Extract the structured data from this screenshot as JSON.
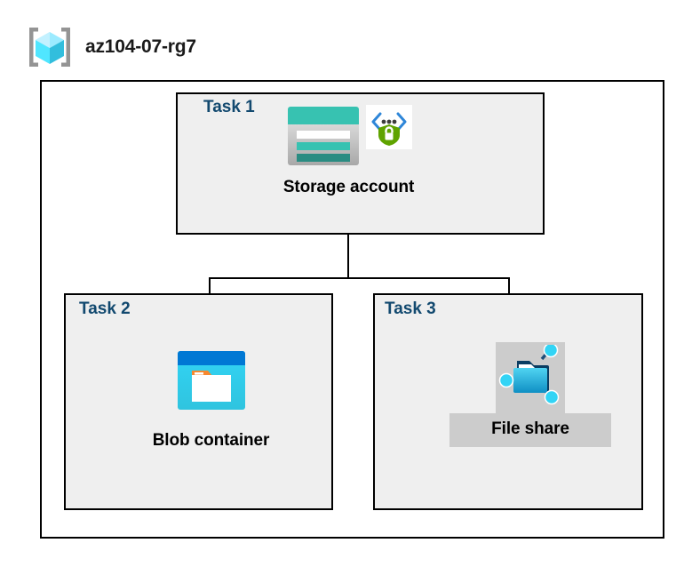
{
  "header": {
    "icon": "resource-group-cube-icon",
    "title": "az104-07-rg7"
  },
  "diagram": {
    "type": "azure-architecture-diagram",
    "container_label": "az104-07-rg7",
    "tasks": [
      {
        "id": "task1",
        "label": "Task 1",
        "node_caption": "Storage account",
        "node_icon": "storage-account-icon",
        "badge_icon": "security-shield-lock-icon",
        "highlighted": false
      },
      {
        "id": "task2",
        "label": "Task 2",
        "node_caption": "Blob container",
        "node_icon": "blob-container-icon",
        "highlighted": false
      },
      {
        "id": "task3",
        "label": "Task 3",
        "node_caption": "File share",
        "node_icon": "file-share-icon",
        "highlighted": true
      }
    ],
    "connections": [
      {
        "from": "Storage account",
        "to": "Blob container"
      },
      {
        "from": "Storage account",
        "to": "File share"
      }
    ]
  },
  "colors": {
    "task_label": "#12496F",
    "task_box_fill": "#EFEFEF",
    "border": "#000000",
    "canvas": "#FFFFFF",
    "highlight": "#CCCCCC",
    "storage_teal": "#37C2B1",
    "storage_teal_dark": "#2A8C82",
    "blob_blue": "#0078D4",
    "blob_cyan": "#32D4F5",
    "blob_orange": "#F7882F",
    "fileshare_blue": "#32BEDD",
    "shield_green": "#5FA300",
    "cube_cyan": "#9CEBFF",
    "bracket_gray": "#949494"
  }
}
